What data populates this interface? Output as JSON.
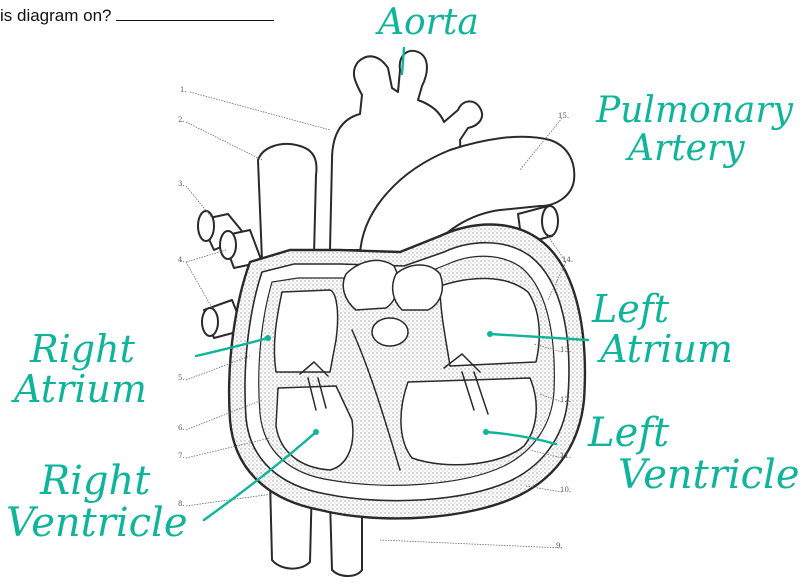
{
  "question": {
    "text": "is diagram on?"
  },
  "labels": {
    "aorta": "Aorta",
    "pulmonary_artery": [
      "Pulmonary",
      "Artery"
    ],
    "right_atrium": [
      "Right",
      "Atrium"
    ],
    "right_ventricle": [
      "Right",
      "Ventricle"
    ],
    "left_atrium": [
      "Left",
      "Atrium"
    ],
    "left_ventricle": [
      "Left",
      "Ventricle"
    ]
  },
  "printed_numbers": [
    "1.",
    "2.",
    "3.",
    "4.",
    "5.",
    "6.",
    "7.",
    "8.",
    "9.",
    "10.",
    "11.",
    "12.",
    "13.",
    "14.",
    "15."
  ],
  "colors": {
    "handwriting": "#10b49a",
    "ink": "#2a2a2a",
    "stipple": "#bdbdbd"
  }
}
